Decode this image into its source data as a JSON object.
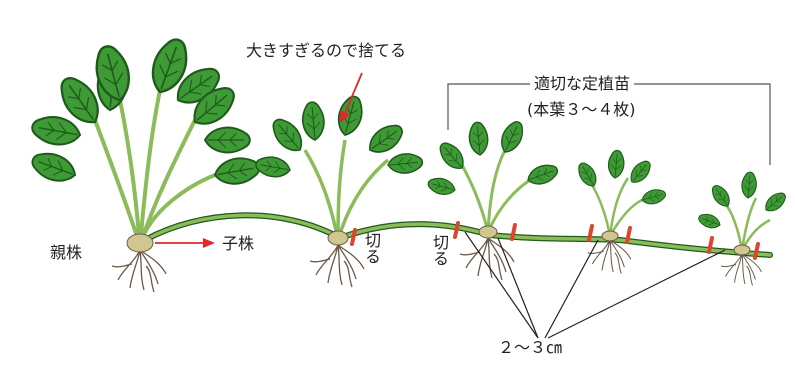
{
  "labels": {
    "discard": "大きすぎるので捨てる",
    "proper_seedling": "適切な定植苗",
    "proper_seedling_sub": "(本葉３～４枚)",
    "parent_plant": "親株",
    "child_plant": "子株",
    "cut_1": "切る",
    "cut_2": "切る",
    "distance": "２～３㎝"
  },
  "colors": {
    "leaf": "#3e9a35",
    "leaf_dark": "#1f5a1c",
    "runner": "#8cbb5a",
    "crown": "#cfc78e",
    "root": "#6b5a4c",
    "cut_mark": "#e0442c",
    "arrow": "#e02a2a"
  },
  "icons": {
    "parent": "strawberry-parent-plant-icon",
    "child": "strawberry-child-plant-icon",
    "root": "root-icon"
  }
}
